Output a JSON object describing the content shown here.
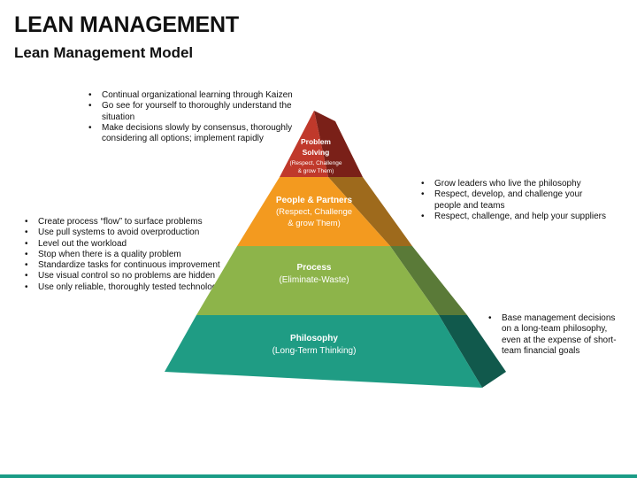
{
  "title": "LEAN MANAGEMENT",
  "subtitle": "Lean Management Model",
  "pyramid": {
    "levels": [
      {
        "name": "Problem Solving",
        "name_lines": [
          "Problem",
          "Solving"
        ],
        "detail_lines": [
          "(Respect, Challenge",
          "& grow Them)"
        ],
        "color": "#c0392b"
      },
      {
        "name": "People & Partners",
        "name_lines": [
          "People & Partners"
        ],
        "detail_lines": [
          "(Respect, Challenge",
          "& grow Them)"
        ],
        "color": "#f39a1f"
      },
      {
        "name": "Process",
        "name_lines": [
          "Process"
        ],
        "detail_lines": [
          "(Eliminate-Waste)"
        ],
        "color": "#8db44a"
      },
      {
        "name": "Philosophy",
        "name_lines": [
          "Philosophy"
        ],
        "detail_lines": [
          "(Long-Term Thinking)"
        ],
        "color": "#1f9c84"
      }
    ]
  },
  "bullets": {
    "top": [
      "Continual organizational learning through Kaizen",
      "Go see for yourself to thoroughly understand the situation",
      "Make decisions slowly by consensus, thoroughly considering all options; implement rapidly"
    ],
    "right": [
      "Grow leaders who live the philosophy",
      "Respect, develop, and challenge your people and teams",
      "Respect, challenge, and help your suppliers"
    ],
    "left": [
      "Create process “flow” to surface problems",
      "Use pull systems to avoid overproduction",
      "Level out the workload",
      "Stop when there is a quality problem",
      "Standardize tasks for continuous improvement",
      "Use visual control so no problems are hidden",
      "Use only reliable, thoroughly tested technology"
    ],
    "bottom": [
      "Base management decisions on a long-team philosophy, even at the expense of short-team financial goals"
    ]
  },
  "colors": {
    "accent_bar": "#1a9c86"
  }
}
